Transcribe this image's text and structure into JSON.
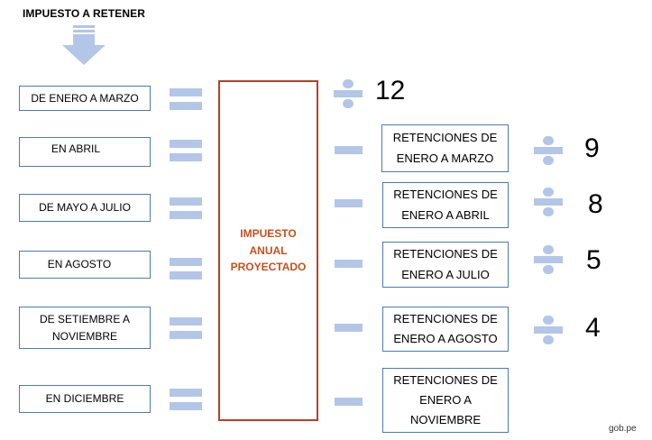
{
  "title": "IMPUESTO A RETENER",
  "periods": [
    "DE ENERO A MARZO",
    "EN ABRIL",
    "DE MAYO A JULIO",
    "EN AGOSTO",
    "DE SETIEMBRE A\nNOVIEMBRE",
    "EN DICIEMBRE"
  ],
  "center_label": "IMPUESTO\nANUAL\nPROYECTADO",
  "retentions": [
    "RETENCIONES DE\nENERO A MARZO",
    "RETENCIONES DE\nENERO A ABRIL",
    "RETENCIONES DE\nENERO A JULIO",
    "RETENCIONES DE\nENERO A AGOSTO",
    "RETENCIONES DE\nENERO A\nNOVIEMBRE"
  ],
  "divisors": [
    "12",
    "9",
    "8",
    "5",
    "4"
  ],
  "footer": "gob.pe",
  "colors": {
    "box_border": "#4f79b5",
    "center_border": "#b74125",
    "center_text": "#c5501d",
    "operator": "#b3c6e7"
  }
}
